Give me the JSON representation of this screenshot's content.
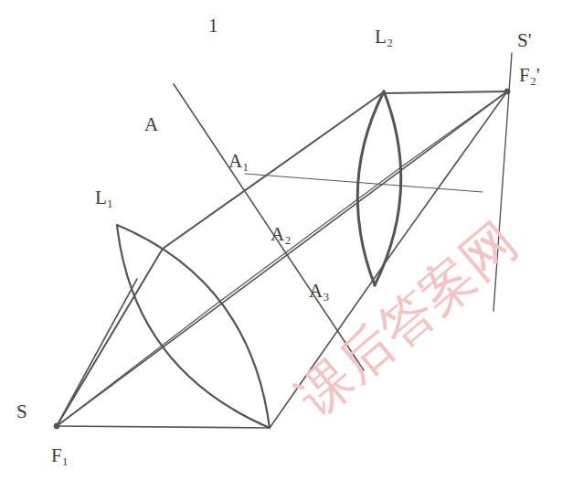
{
  "diagram": {
    "labels": [
      "1",
      "L₂",
      "S'",
      "F₂'",
      "A",
      "A₁",
      "A₂",
      "A₃",
      "L₁",
      "S",
      "F₁",
      "课后答案网"
    ]
  }
}
